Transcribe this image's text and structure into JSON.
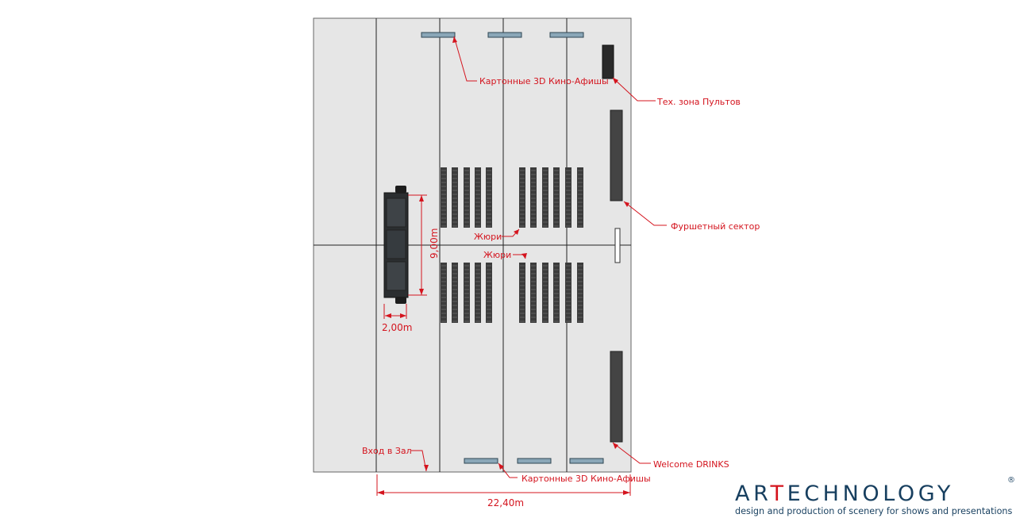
{
  "labels": {
    "posters_top": "Картонные 3D Кино-Афишы",
    "posters_bottom": "Картонные 3D Кино-Афишы",
    "tech_zone": "Тех. зона Пультов",
    "buffet": "Фуршетный сектор",
    "jury_1": "Жюри",
    "jury_2": "Жюри",
    "entrance": "Вход в Зал",
    "welcome": "Welcome DRINKS"
  },
  "dimensions": {
    "stage_length": "9,00m",
    "stage_width": "2,00m",
    "hall_width": "22,40m"
  },
  "brand": {
    "name_prefix": "AR",
    "name_accent": "T",
    "name_suffix": "ECHNOLOGY",
    "registered": "®",
    "tagline": "design and production of scenery for shows and presentations"
  },
  "colors": {
    "floor": "#e6e6e6",
    "annotation": "#d4141e",
    "seats": "#3c3c3c",
    "brand": "#173f5f"
  }
}
